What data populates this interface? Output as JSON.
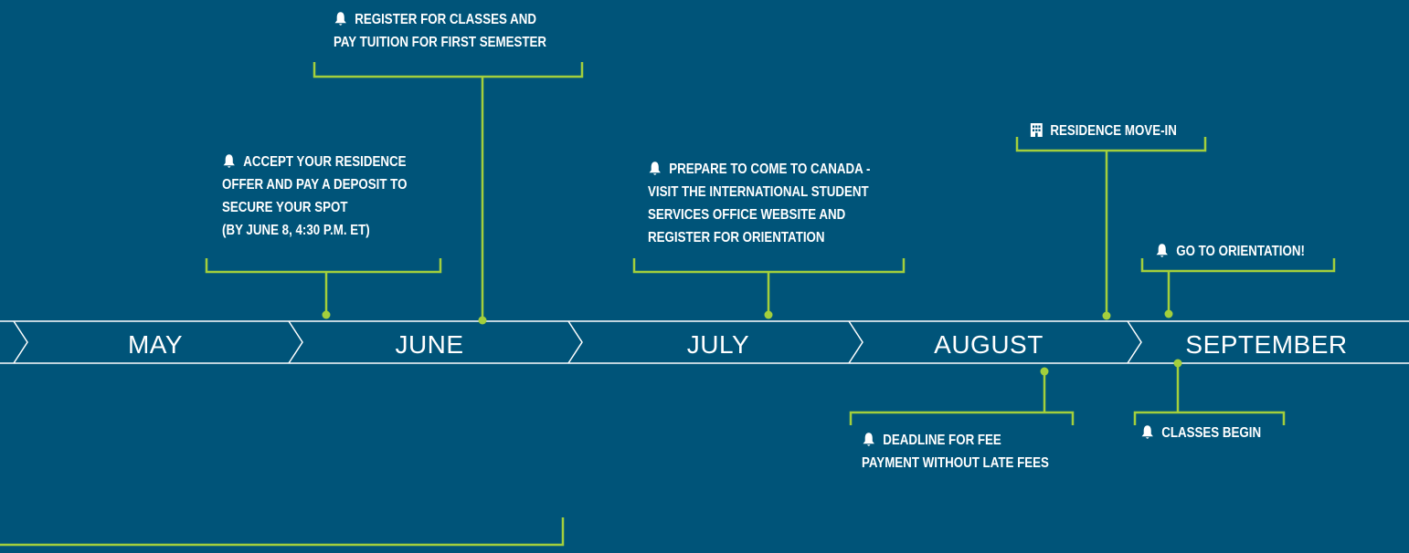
{
  "months": [
    "MAY",
    "JUNE",
    "JULY",
    "AUGUST",
    "SEPTEMBER"
  ],
  "events": [
    {
      "id": "register-classes",
      "icon": "bell-icon",
      "lines": [
        "REGISTER FOR CLASSES AND",
        "PAY TUITION FOR FIRST SEMESTER"
      ]
    },
    {
      "id": "residence-move-in",
      "icon": "building-icon",
      "lines": [
        "RESIDENCE MOVE-IN"
      ]
    },
    {
      "id": "accept-residence",
      "icon": "bell-icon",
      "lines": [
        "ACCEPT YOUR RESIDENCE",
        "OFFER AND PAY A DEPOSIT TO",
        "SECURE YOUR SPOT",
        "(BY JUNE 8, 4:30 P.M. ET)"
      ]
    },
    {
      "id": "prepare-canada",
      "icon": "bell-icon",
      "lines": [
        "PREPARE TO COME TO CANADA -",
        "VISIT THE INTERNATIONAL STUDENT",
        "SERVICES OFFICE WEBSITE AND",
        "REGISTER FOR ORIENTATION"
      ]
    },
    {
      "id": "go-orientation",
      "icon": "bell-icon",
      "lines": [
        "GO TO ORIENTATION!"
      ]
    },
    {
      "id": "fee-deadline",
      "icon": "bell-icon",
      "lines": [
        "DEADLINE FOR FEE",
        "PAYMENT WITHOUT LATE FEES"
      ]
    },
    {
      "id": "classes-begin",
      "icon": "bell-icon",
      "lines": [
        "CLASSES BEGIN"
      ]
    }
  ],
  "colors": {
    "background": "#005479",
    "accent": "#a3cf3c",
    "text": "#ffffff"
  }
}
